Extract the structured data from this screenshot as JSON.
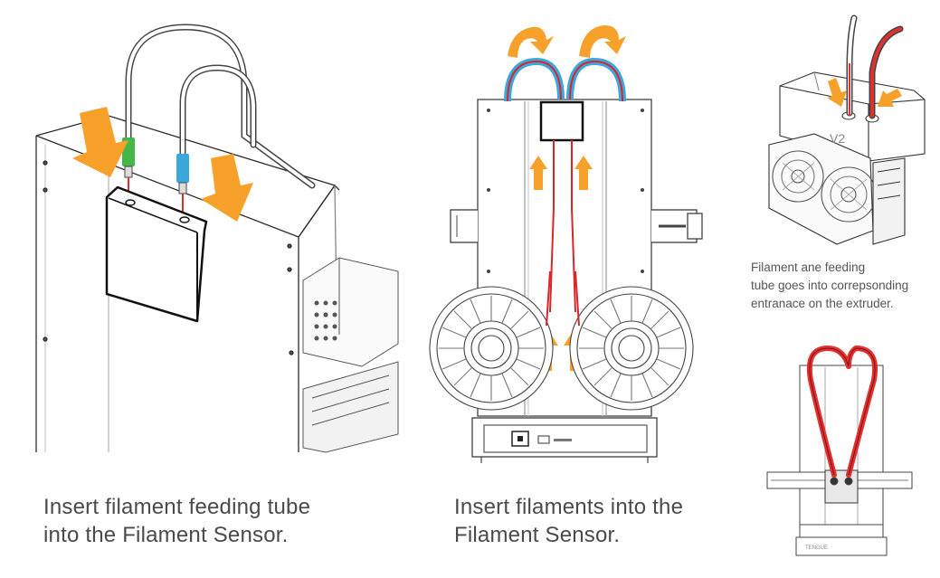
{
  "captions": {
    "left": {
      "line1": "Insert filament feeding tube",
      "line2": "into the Filament Sensor."
    },
    "middle": {
      "line1": "Insert filaments into the",
      "line2": "Filament Sensor."
    },
    "right_top": {
      "line1": "Filament ane feeding",
      "line2": "tube goes into correpsonding",
      "line3": "entranace on the extruder."
    }
  },
  "colors": {
    "arrow": "#f7a12b",
    "filament_red": "#e23030",
    "tube_blue": "#3aa7dd",
    "tube_green": "#45b649",
    "outline": "#2b2b2b",
    "line_light": "#9a9a9a"
  },
  "icons": [
    "down-arrow-icon",
    "up-arrow-icon",
    "curved-arrow-icon"
  ]
}
